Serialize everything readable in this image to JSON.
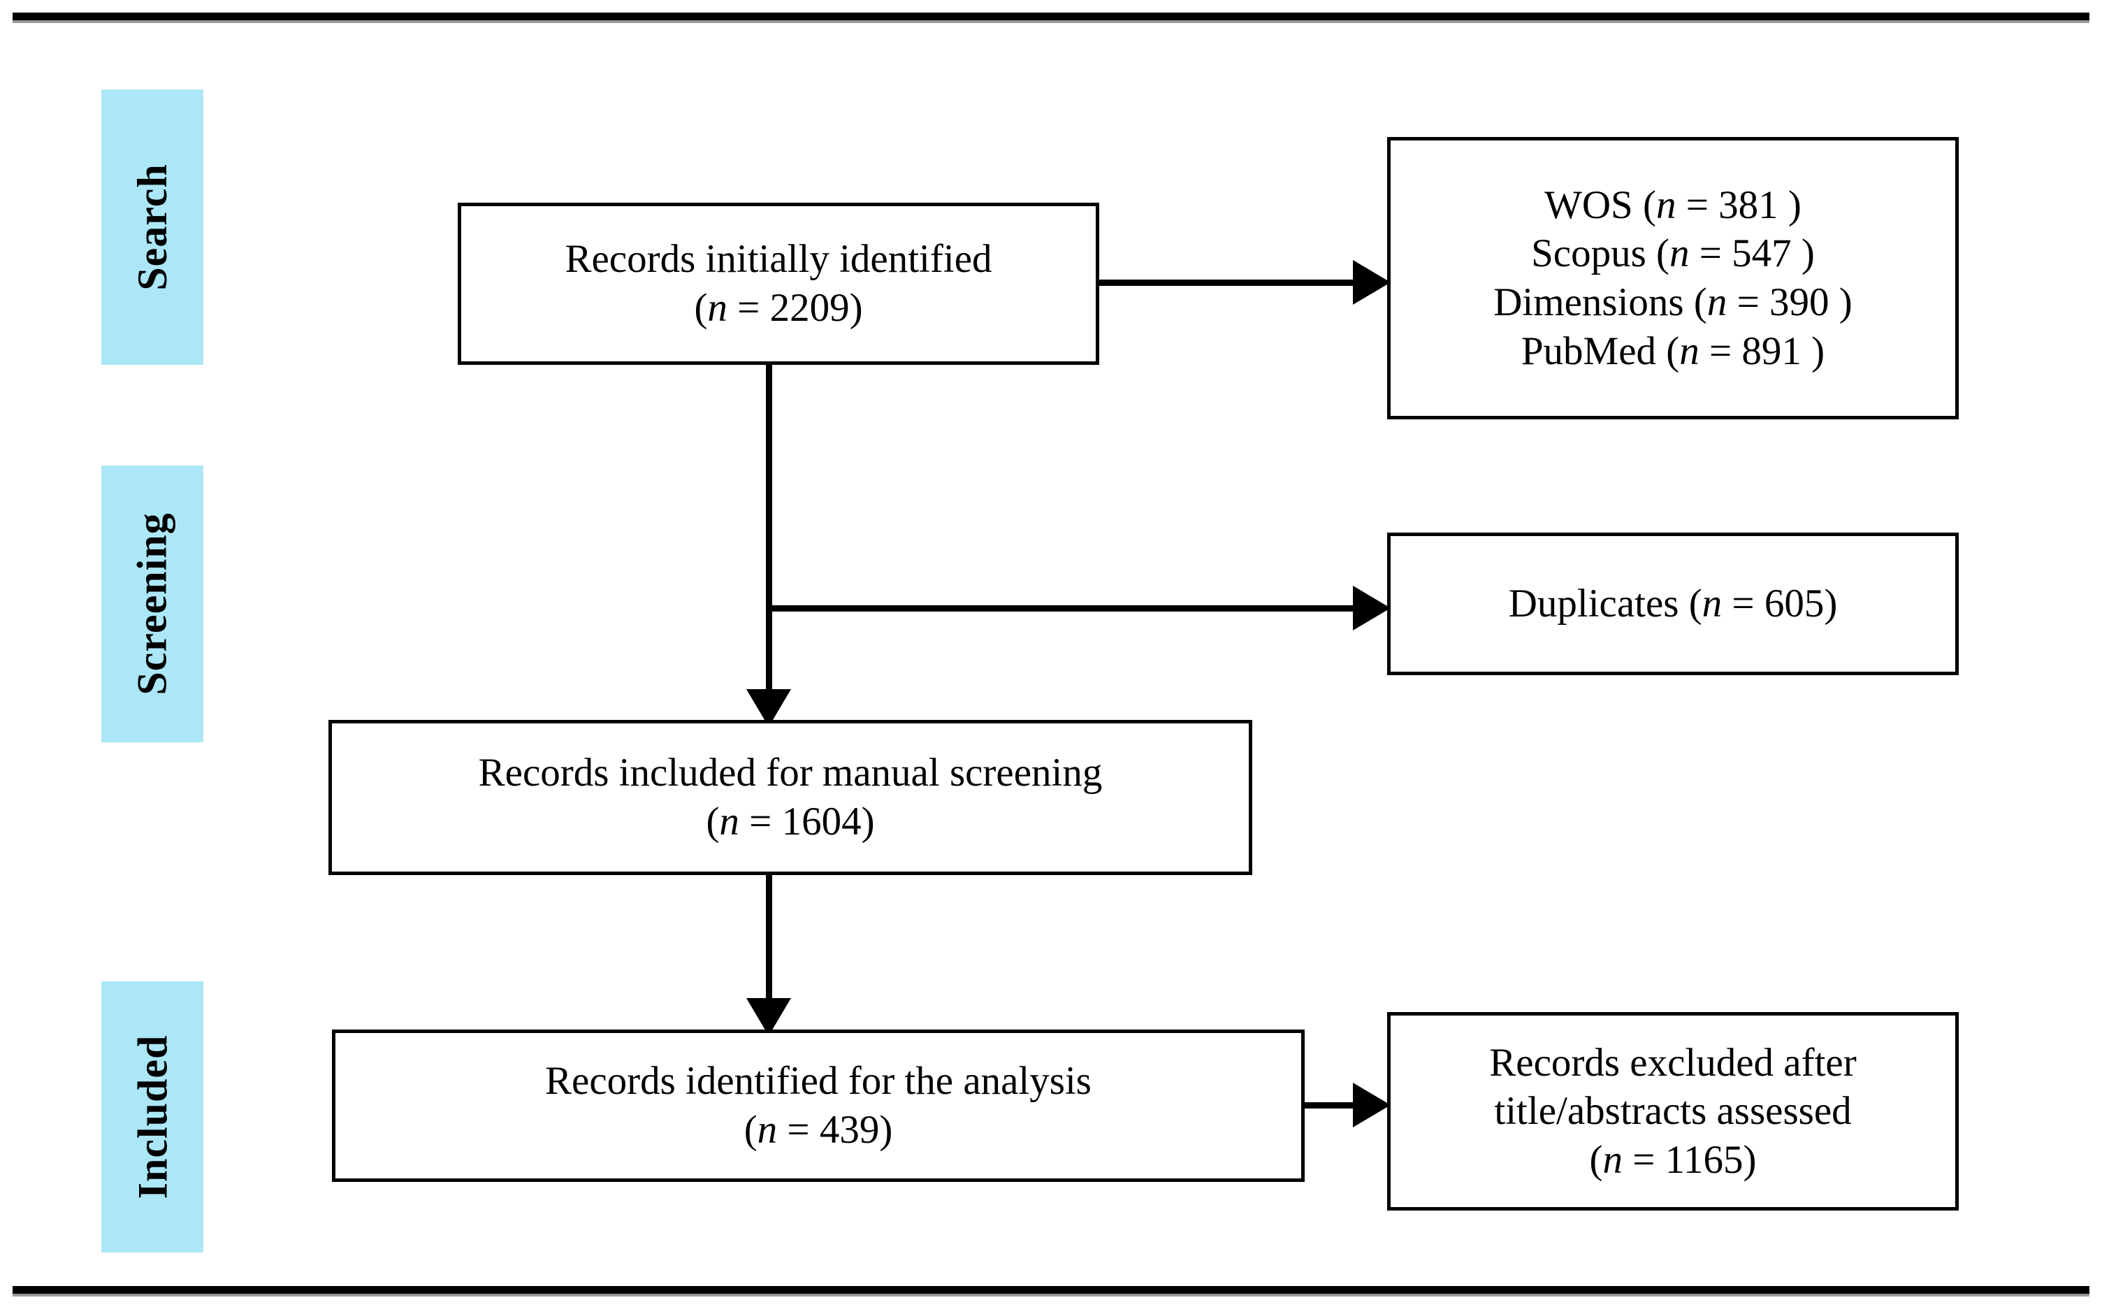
{
  "figure": {
    "type": "prisma-flow-diagram",
    "accent_color": "#ACE7F8",
    "line_color": "#000000",
    "background": "#FFFFFF"
  },
  "stages": [
    {
      "id": "search",
      "label": "Search"
    },
    {
      "id": "screening",
      "label": "Screening"
    },
    {
      "id": "included",
      "label": "Included"
    }
  ],
  "boxes": {
    "identified": {
      "line1": "Records initially identified",
      "line2_prefix": "(",
      "line2_italic": "n",
      "line2_suffix": " = 2209)",
      "count": 2209
    },
    "databases": {
      "rows": [
        {
          "name": "WOS",
          "italic": "n",
          "value": " = 381 )",
          "count": 381
        },
        {
          "name": "Scopus",
          "italic": "n",
          "value": " = 547 )",
          "count": 547
        },
        {
          "name": "Dimensions",
          "italic": "n",
          "value": " = 390 )",
          "count": 390
        },
        {
          "name": "PubMed",
          "italic": "n",
          "value": " = 891 )",
          "count": 891
        }
      ]
    },
    "duplicates": {
      "label": "Duplicates (",
      "italic": "n",
      "value": " = 605)",
      "count": 605
    },
    "manual_screening": {
      "line1": "Records included for manual screening",
      "line2_prefix": "(",
      "line2_italic": "n",
      "line2_suffix": " = 1604)",
      "count": 1604
    },
    "analysis": {
      "line1": "Records identified for the analysis",
      "line2_prefix": "(",
      "line2_italic": "n",
      "line2_suffix": " = 439)",
      "count": 439
    },
    "excluded": {
      "line1": "Records excluded after",
      "line2": "title/abstracts assessed",
      "line3_prefix": "(",
      "line3_italic": "n",
      "line3_suffix": " = 1165",
      "line3_close": ")",
      "count": 1165
    }
  }
}
